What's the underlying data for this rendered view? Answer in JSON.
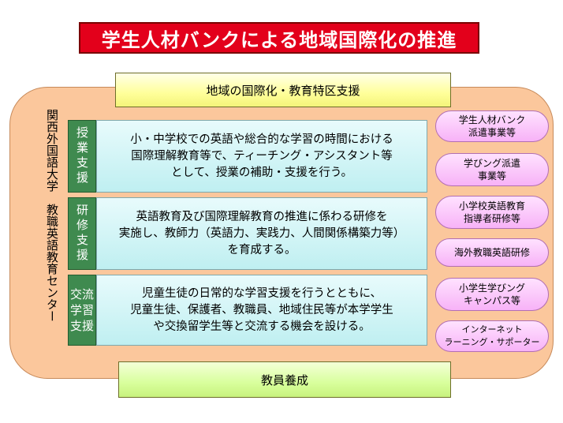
{
  "title": "学生人材バンクによる地域国際化の推進",
  "top_banner": "地域の国際化・教育特区支援",
  "bottom_banner": "教員養成",
  "side_label": "関西外国語大学　教職英語教育センター",
  "rows": [
    {
      "label": "授業支援",
      "text": "小・中学校での英語や総合的な学習の時間における\n国際理解教育等で、ティーチング・アシスタント等\nとして、授業の補助・支援を行う。"
    },
    {
      "label": "研修支援",
      "text": "英語教育及び国際理解教育の推進に係わる研修を\n実施し、教師力（英語力、実践力、人間関係構築力等）\nを育成する。"
    },
    {
      "label": "交流\n学習\n支援",
      "text": "児童生徒の日常的な学習支援を行うとともに、\n児童生徒、保護者、教職員、地域住民等が本学学生\nや交換留学生等と交流する機会を設ける。"
    }
  ],
  "programs": [
    "学生人材バンク\n派遣事業等",
    "学びング派遣\n事業等",
    "小学校英語教育\n指導者研修等",
    "海外教職英語研修",
    "小学生学びング\nキャンパス等",
    "インターネット\nラーニング・サポーター"
  ],
  "colors": {
    "title_bg": "#e3001b",
    "frame_bg": "#fbc79c",
    "label_bg": "#3f8a4f",
    "pill_bg": "#f7b2f7"
  }
}
